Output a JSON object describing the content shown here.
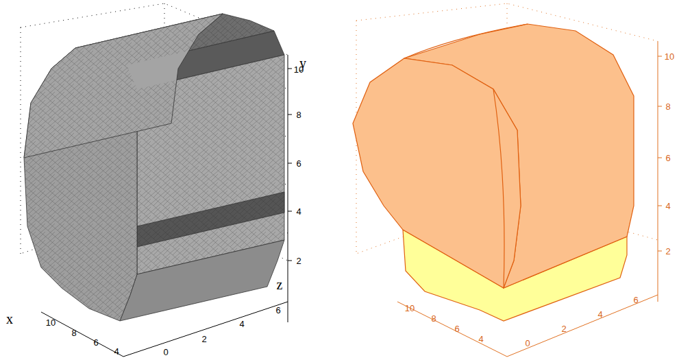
{
  "diagram": {
    "labels": [
      "y",
      "10",
      "8",
      "6",
      "4",
      "2",
      "x",
      "10",
      "8",
      "6",
      "4",
      "z",
      "0",
      "2",
      "4",
      "6",
      "10",
      "8",
      "6",
      "4",
      "2",
      "10",
      "8",
      "6",
      "4",
      "0",
      "2",
      "4",
      "6"
    ]
  }
}
